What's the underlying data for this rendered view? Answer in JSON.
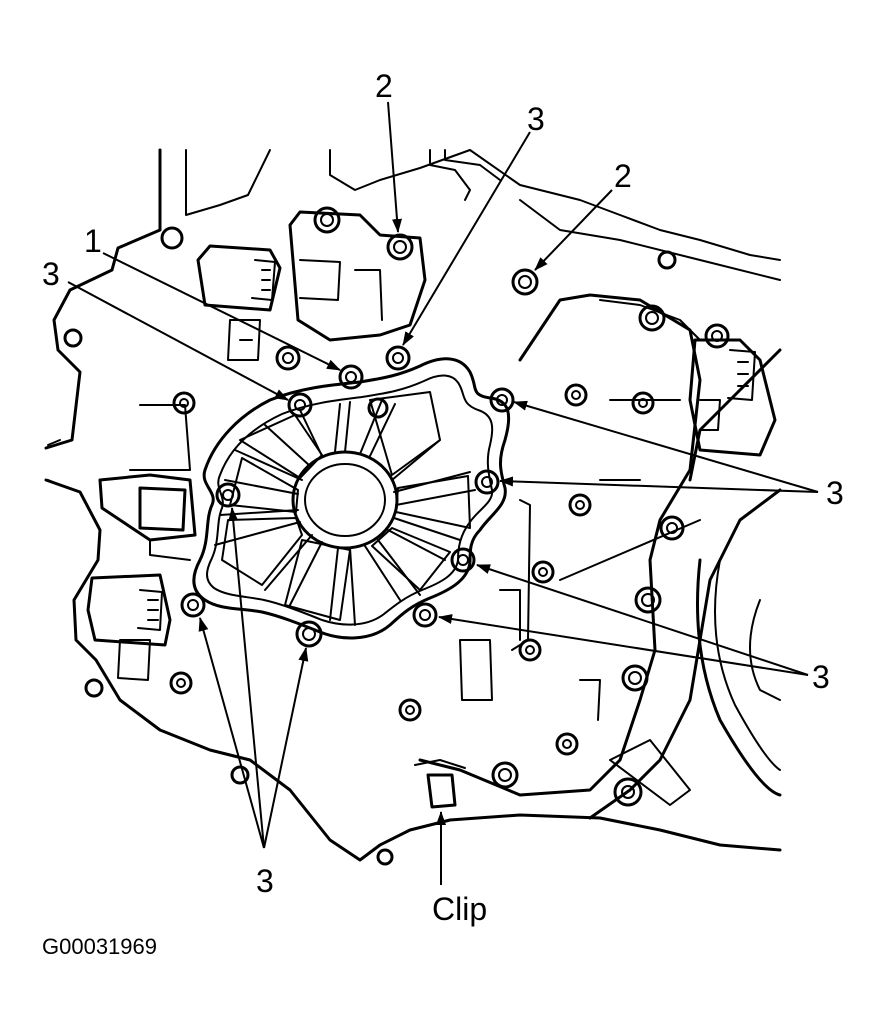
{
  "figure_id": "G00031969",
  "callouts": {
    "c1": "1",
    "c2a": "2",
    "c2b": "2",
    "c3a": "3",
    "c3b": "3",
    "c3c": "3",
    "c3d": "3",
    "c3e": "3",
    "clip": "Clip"
  },
  "colors": {
    "ink": "#000000",
    "paper": "#ffffff"
  }
}
